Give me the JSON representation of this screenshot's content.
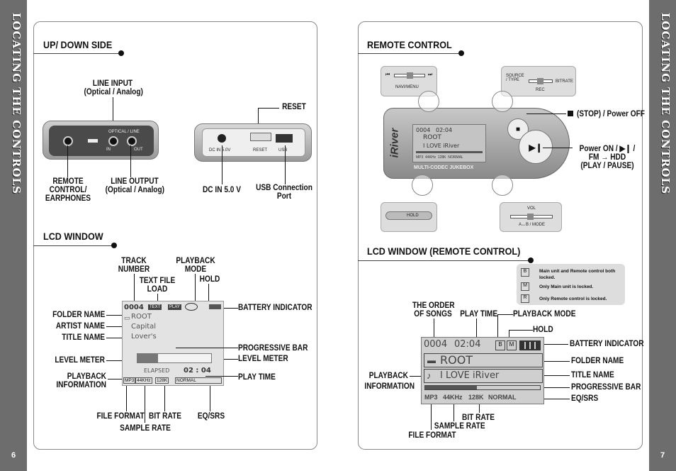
{
  "sidebar_title": "LOCATING THE CONTROLS",
  "page_left": "6",
  "page_right": "7",
  "updown": {
    "title": "UP/ DOWN SIDE",
    "line_input": "LINE INPUT\n(Optical / Analog)",
    "reset": "RESET",
    "remote": "REMOTE\nCONTROL/\nEARPHONES",
    "line_output": "LINE OUTPUT\n(Optical / Analog)",
    "dcin": "DC IN 5.0 V",
    "usb": "USB Connection\nPort",
    "dev1_top": "OPTICAL / LINE",
    "dev1_in": "IN",
    "dev1_out": "OUT",
    "dev2_dc": "DC IN 5.0V",
    "dev2_reset": "RESET",
    "dev2_usb": "USB"
  },
  "lcd": {
    "title": "LCD WINDOW",
    "track": "TRACK\nNUMBER",
    "textfile": "TEXT FILE\nLOAD",
    "playmode": "PLAYBACK\nMODE",
    "hold": "HOLD",
    "battery": "BATTERY INDICATOR",
    "folder": "FOLDER NAME",
    "artist": "ARTIST NAME",
    "titlename": "TITLE NAME",
    "progbar": "PROGRESSIVE BAR",
    "levelL": "LEVEL METER",
    "levelR": "LEVEL METER",
    "playinfo": "PLAYBACK\nINFORMATION",
    "playtime": "PLAY TIME",
    "fileformat": "FILE FORMAT",
    "bitrate": "BIT RATE",
    "eqsrs": "EQ/SRS",
    "samplerate": "SAMPLE RATE",
    "scr_track": "0004",
    "scr_text": "TEXT",
    "scr_play": "PLAY",
    "scr_folder": "ROOT",
    "scr_artist": "Capital",
    "scr_title": "Lover's",
    "scr_elapsed": "ELAPSED",
    "scr_time": "02 : 04",
    "scr_mp3": "MP3",
    "scr_khz": "44KHz",
    "scr_kbps": "128K",
    "scr_eq": "NORMAL"
  },
  "remote": {
    "title": "REMOTE CONTROL",
    "navi": "NAVI/MENU",
    "source": "SOURCE\n/ TYPE",
    "bitrate": "BITRATE",
    "rec": "REC",
    "stop": "(STOP) / Power OFF",
    "power": "Power ON / ▶❙ /\nFM → HDD\n(PLAY / PAUSE)",
    "hold": "HOLD",
    "vol": "VOL",
    "abmode": "A↔B / MODE",
    "scr_line1": "0004   02:04",
    "scr_root": "ROOT",
    "scr_title": "I LOVE iRiver",
    "scr_info": "MP3  44KHz  128K  NORMAL",
    "brand": "iRiver",
    "jukebox": "MULTI-CODEC JUKEBOX"
  },
  "lcd_remote": {
    "title": "LCD WINDOW (REMOTE CONTROL)",
    "order": "THE ORDER\nOF SONGS",
    "playtime": "PLAY TIME",
    "playmode": "PLAYBACK MODE",
    "hold": "HOLD",
    "battery": "BATTERY INDICATOR",
    "folder": "FOLDER NAME",
    "titlename": "TITLE NAME",
    "progbar": "PROGRESSIVE BAR",
    "eqsrs": "EQ/SRS",
    "playback": "PLAYBACK",
    "information": "INFORMATION",
    "bitrate": "BIT RATE",
    "samplerate": "SAMPLE RATE",
    "fileformat": "FILE FORMAT",
    "legend_b": "Main unit and Remote control both locked.",
    "legend_m": "Only Main unit is locked.",
    "legend_r": "Only Remote control is locked.",
    "scr_track": "0004",
    "scr_time": "02:04",
    "scr_folder": "ROOT",
    "scr_title": "I LOVE iRiver",
    "scr_mp3": "MP3",
    "scr_khz": "44KHz",
    "scr_kbps": "128K",
    "scr_eq": "NORMAL"
  }
}
